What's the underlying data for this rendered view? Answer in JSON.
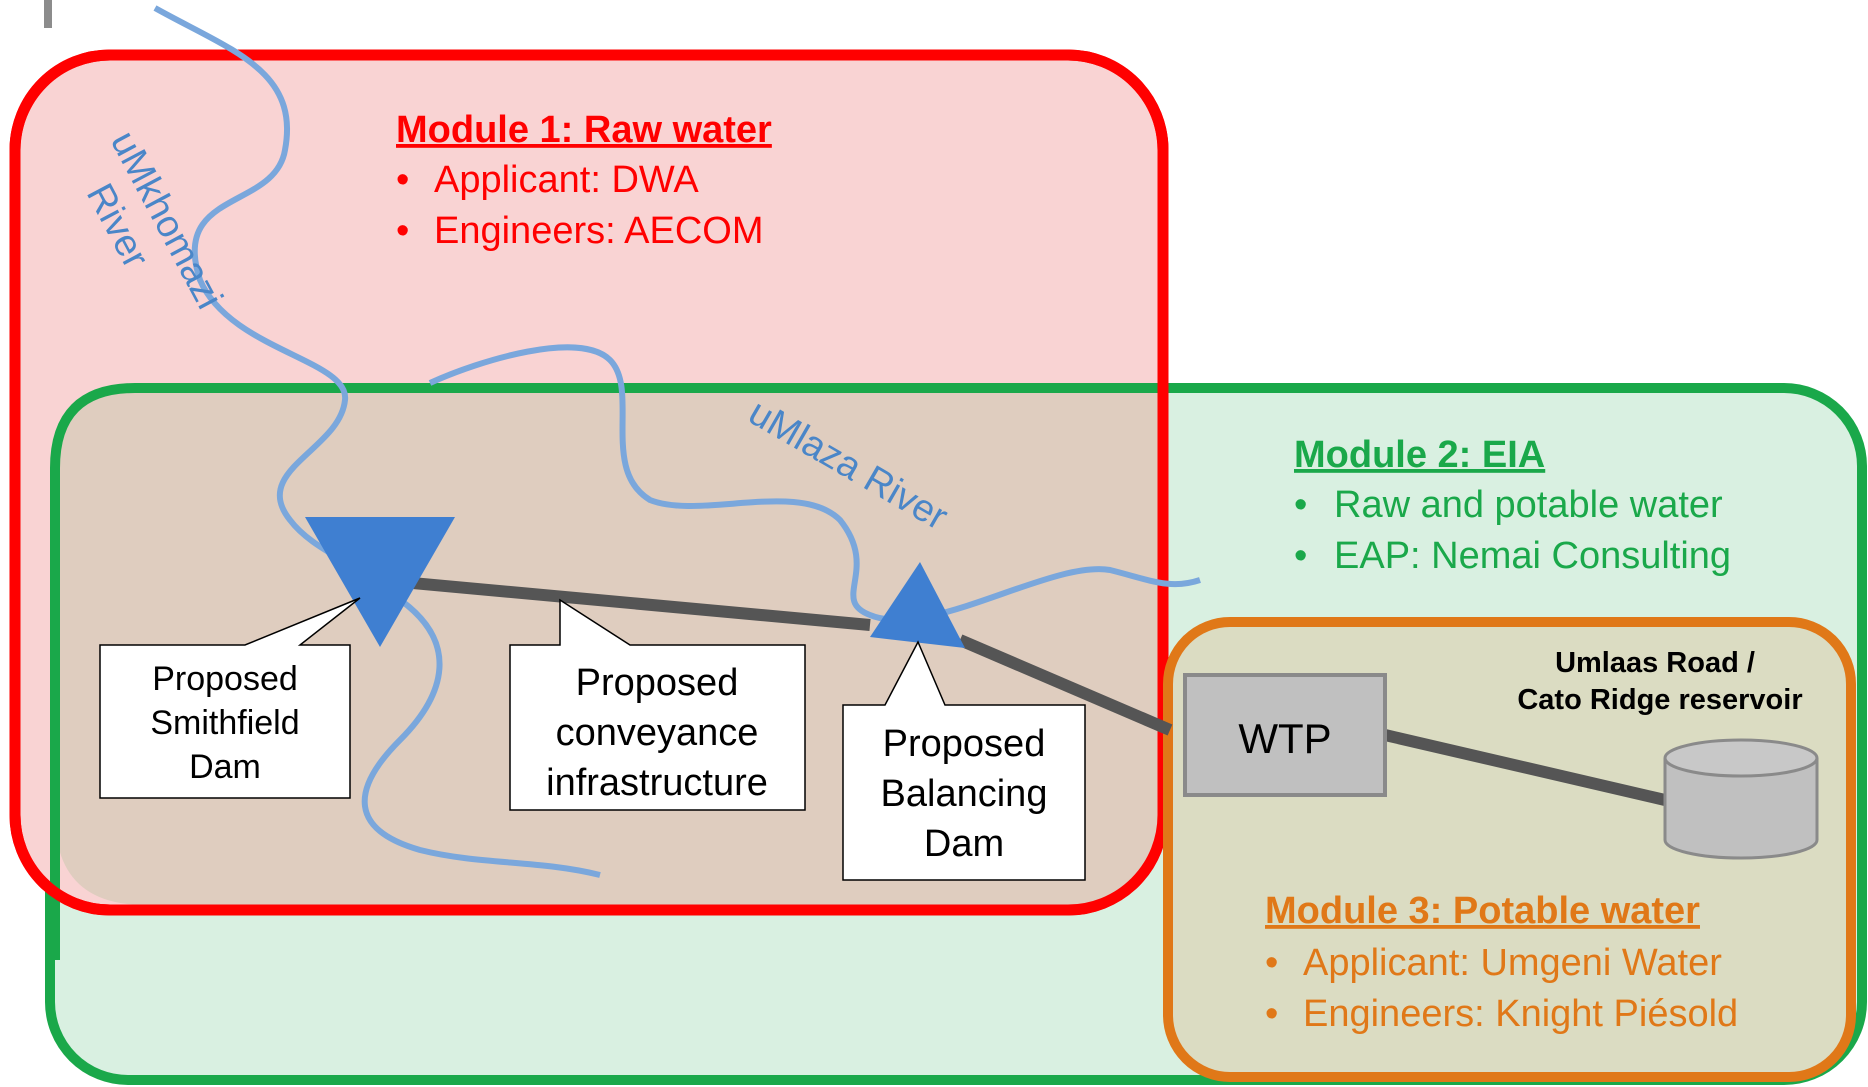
{
  "colors": {
    "module1": "#ff0000",
    "module2": "#1aa84a",
    "module3": "#e07818",
    "river": "#7aa7dc",
    "dam": "#3f7fd1",
    "pipe": "#555555"
  },
  "module1": {
    "title": "Module 1: Raw water",
    "bullets": [
      "Applicant: DWA",
      "Engineers: AECOM"
    ]
  },
  "module2": {
    "title": "Module 2: EIA",
    "bullets": [
      "Raw and potable water",
      "EAP: Nemai Consulting"
    ]
  },
  "module3": {
    "title": "Module 3: Potable water",
    "bullets": [
      "Applicant: Umgeni Water",
      "Engineers: Knight Piésold"
    ]
  },
  "rivers": {
    "mkhomazi_line1": "uMkhomazi",
    "mkhomazi_line2": "River",
    "mlaza": "uMlaza River"
  },
  "callouts": {
    "smithfield": [
      "Proposed",
      "Smithfield",
      "Dam"
    ],
    "conveyance": [
      "Proposed",
      "conveyance",
      "infrastructure"
    ],
    "balancing": [
      "Proposed",
      "Balancing",
      "Dam"
    ]
  },
  "wtp": "WTP",
  "reservoir": [
    "Umlaas Road /",
    "Cato Ridge reservoir"
  ]
}
